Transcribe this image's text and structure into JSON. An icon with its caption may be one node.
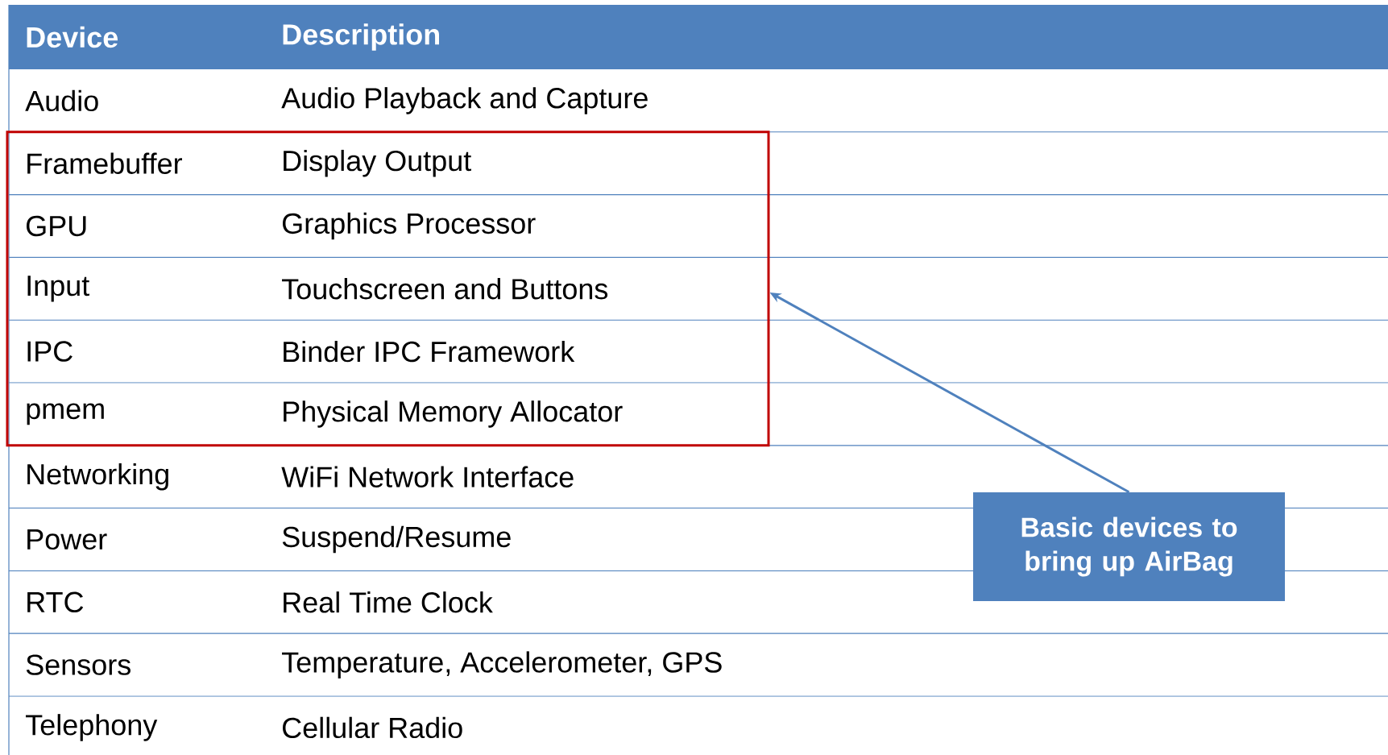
{
  "diagram": {
    "nodes": [
      {
        "text": [],
        "shape": "box"
      },
      {
        "text": [
          "Basic devices to bring up AirBag"
        ]
      }
    ],
    "edges": [
      {
        "from": 1,
        "to": 0,
        "arrow": "to"
      }
    ],
    "labels": [
      "Device",
      "Description",
      "Audio",
      "Audio Playback and Capture",
      "Framebuffer",
      "Display Output",
      "GPU",
      "Graphics Processor",
      "Input",
      "Touchscreen and Buttons",
      "IPC",
      "Binder IPC Framework",
      "pmem",
      "Physical Memory Allocator",
      "Networking",
      "WiFi Network Interface",
      "Power",
      "Suspend/Resume",
      "RTC",
      "Real Time Clock",
      "Sensors",
      "Temperature, Accelerometer, GPS",
      "Telephony",
      "Cellular Radio"
    ]
  }
}
